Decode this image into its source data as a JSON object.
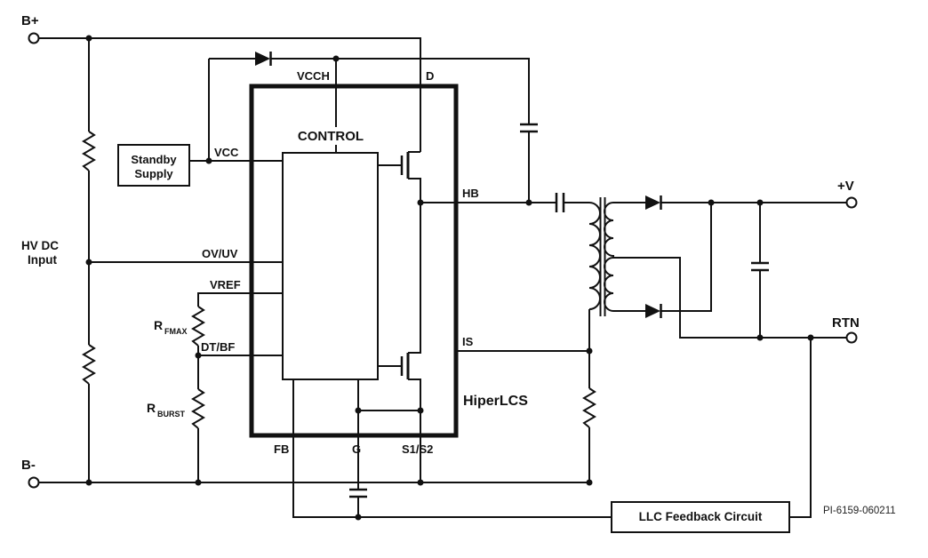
{
  "terminals": {
    "b_plus": "B+",
    "b_minus": "B-",
    "v_out": "+V",
    "rtn": "RTN"
  },
  "labels": {
    "hv_dc_line1": "HV DC",
    "hv_dc_line2": "Input",
    "standby_line1": "Standby",
    "standby_line2": "Supply",
    "control": "CONTROL",
    "chip_name": "HiperLCS",
    "feedback_box": "LLC Feedback Circuit",
    "part_number": "PI-6159-060211"
  },
  "pins": {
    "vcch": "VCCH",
    "d": "D",
    "vcc": "VCC",
    "ov_uv": "OV/UV",
    "vref": "VREF",
    "dt_bf": "DT/BF",
    "fb": "FB",
    "g": "G",
    "s1_s2": "S1/S2",
    "hb": "HB",
    "is": "IS"
  },
  "resistors": {
    "fmax_main": "R",
    "fmax_sub": "FMAX",
    "burst_main": "R",
    "burst_sub": "BURST"
  },
  "colors": {
    "line": "#111111",
    "background": "#ffffff"
  }
}
